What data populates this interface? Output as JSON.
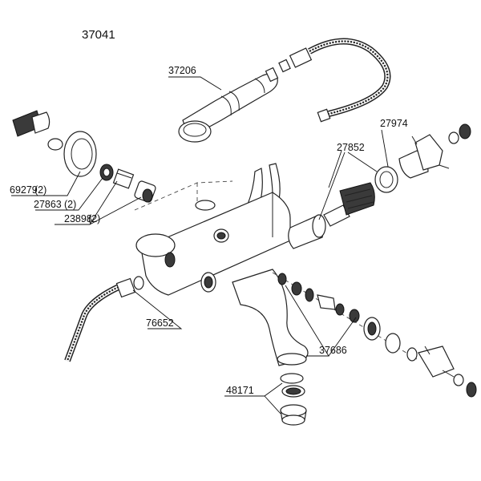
{
  "diagram": {
    "title": "37041",
    "labels": {
      "hand_shower": "37206",
      "escutcheon": "69279",
      "escutcheon_qty": "(2)",
      "washer": "27863",
      "washer_qty": "(2)",
      "nut": "23898",
      "nut_qty": "(2)",
      "cartridge": "27852",
      "handle": "27974",
      "hose": "76652",
      "diverter": "37686",
      "aerator": "48171"
    }
  }
}
